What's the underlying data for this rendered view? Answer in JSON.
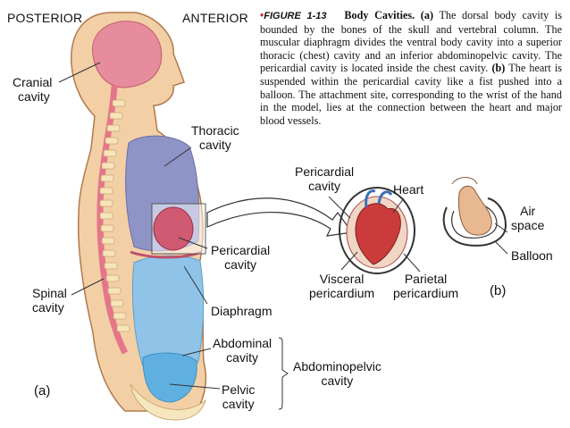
{
  "header": {
    "posterior": "POSTERIOR",
    "anterior": "ANTERIOR"
  },
  "caption": {
    "bullet": "•",
    "figure_label": "FIGURE 1-13",
    "title": "Body Cavities.",
    "part_a_marker": "(a)",
    "part_a_text": "The dorsal body cavity is bounded by the bones of the skull and vertebral column. The muscular diaphragm divides the ventral body cavity into a superior thoracic (chest) cavity and an inferior abdominopelvic cavity. The pericardial cavity is located inside the chest cavity.",
    "part_b_marker": "(b)",
    "part_b_text": "The heart is suspended within the pericardial cavity like a fist pushed into a balloon. The attachment site, corresponding to the wrist of the hand in the model, lies at the connection between the heart and major blood vessels."
  },
  "labels": {
    "cranial": [
      "Cranial",
      "cavity"
    ],
    "thoracic": [
      "Thoracic",
      "cavity"
    ],
    "pericardial_a": [
      "Pericardial",
      "cavity"
    ],
    "spinal": [
      "Spinal",
      "cavity"
    ],
    "diaphragm": "Diaphragm",
    "abdominal": [
      "Abdominal",
      "cavity"
    ],
    "pelvic": [
      "Pelvic",
      "cavity"
    ],
    "abdominopelvic": [
      "Abdominopelvic",
      "cavity"
    ],
    "pericardial_b": [
      "Pericardial",
      "cavity"
    ],
    "heart": "Heart",
    "visceral": [
      "Visceral",
      "pericardium"
    ],
    "parietal": [
      "Parietal",
      "pericardium"
    ],
    "air_space": [
      "Air",
      "space"
    ],
    "balloon": "Balloon",
    "part_a": "(a)",
    "part_b": "(b)"
  },
  "colors": {
    "skin": "#f3cfa6",
    "skin_outline": "#b07a4c",
    "cranial": "#e78c9c",
    "spinal_cord": "#e5768a",
    "vertebra": "#f7e4b9",
    "thoracic": "#8e94c6",
    "pericardial": "#d05a72",
    "abdominal": "#8fc4e8",
    "pelvic": "#5fb0e0",
    "bone": "#f6e6bd",
    "heart": "#cc3b3b",
    "fist": "#e8b891"
  }
}
